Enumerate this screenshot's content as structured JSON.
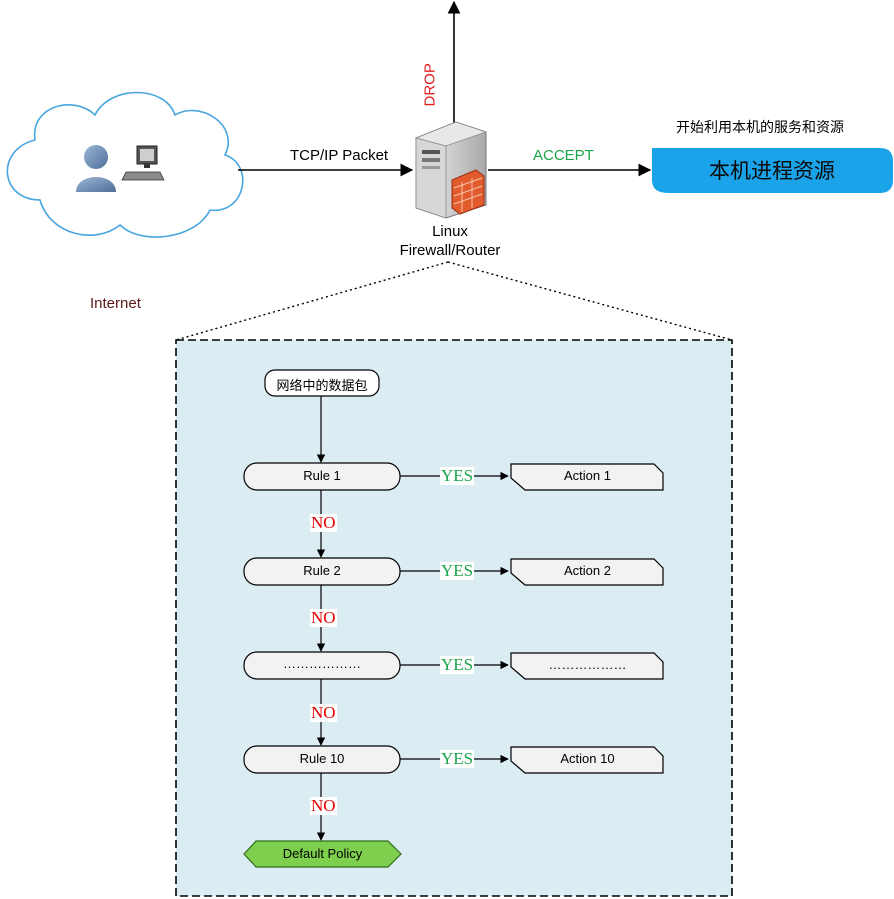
{
  "top": {
    "drop_label": "DROP",
    "packet_label": "TCP/IP Packet",
    "accept_label": "ACCEPT",
    "service_caption": "开始利用本机的服务和资源",
    "local_process_label": "本机进程资源",
    "firewall_label_line1": "Linux",
    "firewall_label_line2": "Firewall/Router",
    "internet_label": "Internet"
  },
  "flow": {
    "start_label": "网络中的数据包",
    "rules": [
      {
        "rule": "Rule 1",
        "action": "Action 1"
      },
      {
        "rule": "Rule 2",
        "action": "Action 2"
      },
      {
        "rule": "………………",
        "action": "………………"
      },
      {
        "rule": "Rule 10",
        "action": "Action 10"
      }
    ],
    "yes_label": "YES",
    "no_label": "NO",
    "default_policy": "Default Policy"
  },
  "colors": {
    "accept_green": "#1aa54a",
    "drop_red": "#e02020",
    "panel_bg": "#dbecf3",
    "process_blue": "#1aa3e8",
    "default_policy_green": "#7fcf4e"
  },
  "icons": [
    "cloud-icon",
    "user-icon",
    "computer-icon",
    "server-firewall-icon"
  ]
}
